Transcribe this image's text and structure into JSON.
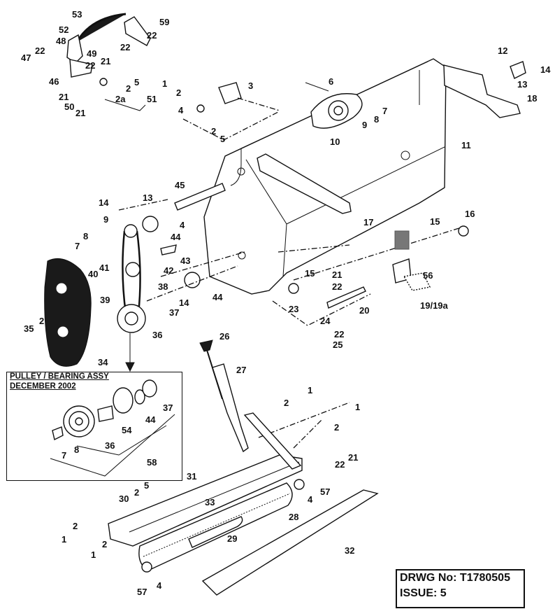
{
  "inset": {
    "title_line1": "PULLEY / BEARING ASSY",
    "title_line2": "DECEMBER 2002"
  },
  "drawing": {
    "number": "DRWG No: T1780505",
    "issue": "ISSUE: 5"
  },
  "callouts": [
    {
      "id": "c53",
      "text": "53"
    },
    {
      "id": "c59",
      "text": "59"
    },
    {
      "id": "c52",
      "text": "52"
    },
    {
      "id": "c48",
      "text": "48"
    },
    {
      "id": "c22a",
      "text": "22"
    },
    {
      "id": "c22b",
      "text": "22"
    },
    {
      "id": "c47",
      "text": "47"
    },
    {
      "id": "c22c",
      "text": "22"
    },
    {
      "id": "c21a",
      "text": "21"
    },
    {
      "id": "c49",
      "text": "49"
    },
    {
      "id": "c22d",
      "text": "22"
    },
    {
      "id": "c46",
      "text": "46"
    },
    {
      "id": "c5a",
      "text": "5"
    },
    {
      "id": "c2a",
      "text": "2"
    },
    {
      "id": "c2aa",
      "text": "2a"
    },
    {
      "id": "c21b",
      "text": "21"
    },
    {
      "id": "c50",
      "text": "50"
    },
    {
      "id": "c21c",
      "text": "21"
    },
    {
      "id": "c51",
      "text": "51"
    },
    {
      "id": "c1a",
      "text": "1"
    },
    {
      "id": "c2b",
      "text": "2"
    },
    {
      "id": "c3",
      "text": "3"
    },
    {
      "id": "c4a",
      "text": "4"
    },
    {
      "id": "c2c",
      "text": "2"
    },
    {
      "id": "c5b",
      "text": "5"
    },
    {
      "id": "c6",
      "text": "6"
    },
    {
      "id": "c7a",
      "text": "7"
    },
    {
      "id": "c8a",
      "text": "8"
    },
    {
      "id": "c9a",
      "text": "9"
    },
    {
      "id": "c10",
      "text": "10"
    },
    {
      "id": "c12",
      "text": "12"
    },
    {
      "id": "c14a",
      "text": "14"
    },
    {
      "id": "c13a",
      "text": "13"
    },
    {
      "id": "c18",
      "text": "18"
    },
    {
      "id": "c11",
      "text": "11"
    },
    {
      "id": "c45",
      "text": "45"
    },
    {
      "id": "c14b",
      "text": "14"
    },
    {
      "id": "c13b",
      "text": "13"
    },
    {
      "id": "c4b",
      "text": "4"
    },
    {
      "id": "c9b",
      "text": "9"
    },
    {
      "id": "c44a",
      "text": "44"
    },
    {
      "id": "c8b",
      "text": "8"
    },
    {
      "id": "c7b",
      "text": "7"
    },
    {
      "id": "c43",
      "text": "43"
    },
    {
      "id": "c41",
      "text": "41"
    },
    {
      "id": "c40",
      "text": "40"
    },
    {
      "id": "c42",
      "text": "42"
    },
    {
      "id": "c38",
      "text": "38"
    },
    {
      "id": "c39",
      "text": "39"
    },
    {
      "id": "c14c",
      "text": "14"
    },
    {
      "id": "c44b",
      "text": "44"
    },
    {
      "id": "c37a",
      "text": "37"
    },
    {
      "id": "c36a",
      "text": "36"
    },
    {
      "id": "c35",
      "text": "35"
    },
    {
      "id": "c2d",
      "text": "2"
    },
    {
      "id": "c34",
      "text": "34"
    },
    {
      "id": "c17",
      "text": "17"
    },
    {
      "id": "c16",
      "text": "16"
    },
    {
      "id": "c15a",
      "text": "15"
    },
    {
      "id": "c15b",
      "text": "15"
    },
    {
      "id": "c21d",
      "text": "21"
    },
    {
      "id": "c22e",
      "text": "22"
    },
    {
      "id": "c56",
      "text": "56"
    },
    {
      "id": "c23",
      "text": "23"
    },
    {
      "id": "c20",
      "text": "20"
    },
    {
      "id": "c1919a",
      "text": "19/19a"
    },
    {
      "id": "c24",
      "text": "24"
    },
    {
      "id": "c22f",
      "text": "22"
    },
    {
      "id": "c25",
      "text": "25"
    },
    {
      "id": "c26",
      "text": "26"
    },
    {
      "id": "c27",
      "text": "27"
    },
    {
      "id": "c37b",
      "text": "37"
    },
    {
      "id": "c44c",
      "text": "44"
    },
    {
      "id": "c54",
      "text": "54"
    },
    {
      "id": "c36b",
      "text": "36"
    },
    {
      "id": "c8c",
      "text": "8"
    },
    {
      "id": "c58",
      "text": "58"
    },
    {
      "id": "c7c",
      "text": "7"
    },
    {
      "id": "c1b",
      "text": "1"
    },
    {
      "id": "c2e",
      "text": "2"
    },
    {
      "id": "c1c",
      "text": "1"
    },
    {
      "id": "c2f",
      "text": "2"
    },
    {
      "id": "c21e",
      "text": "21"
    },
    {
      "id": "c22g",
      "text": "22"
    },
    {
      "id": "c31",
      "text": "31"
    },
    {
      "id": "c57a",
      "text": "57"
    },
    {
      "id": "c5c",
      "text": "5"
    },
    {
      "id": "c30",
      "text": "30"
    },
    {
      "id": "c2g",
      "text": "2"
    },
    {
      "id": "c4c",
      "text": "4"
    },
    {
      "id": "c33",
      "text": "33"
    },
    {
      "id": "c28",
      "text": "28"
    },
    {
      "id": "c2h",
      "text": "2"
    },
    {
      "id": "c1d",
      "text": "1"
    },
    {
      "id": "c29",
      "text": "29"
    },
    {
      "id": "c2i",
      "text": "2"
    },
    {
      "id": "c1e",
      "text": "1"
    },
    {
      "id": "c32",
      "text": "32"
    },
    {
      "id": "c4d",
      "text": "4"
    },
    {
      "id": "c57b",
      "text": "57"
    }
  ]
}
